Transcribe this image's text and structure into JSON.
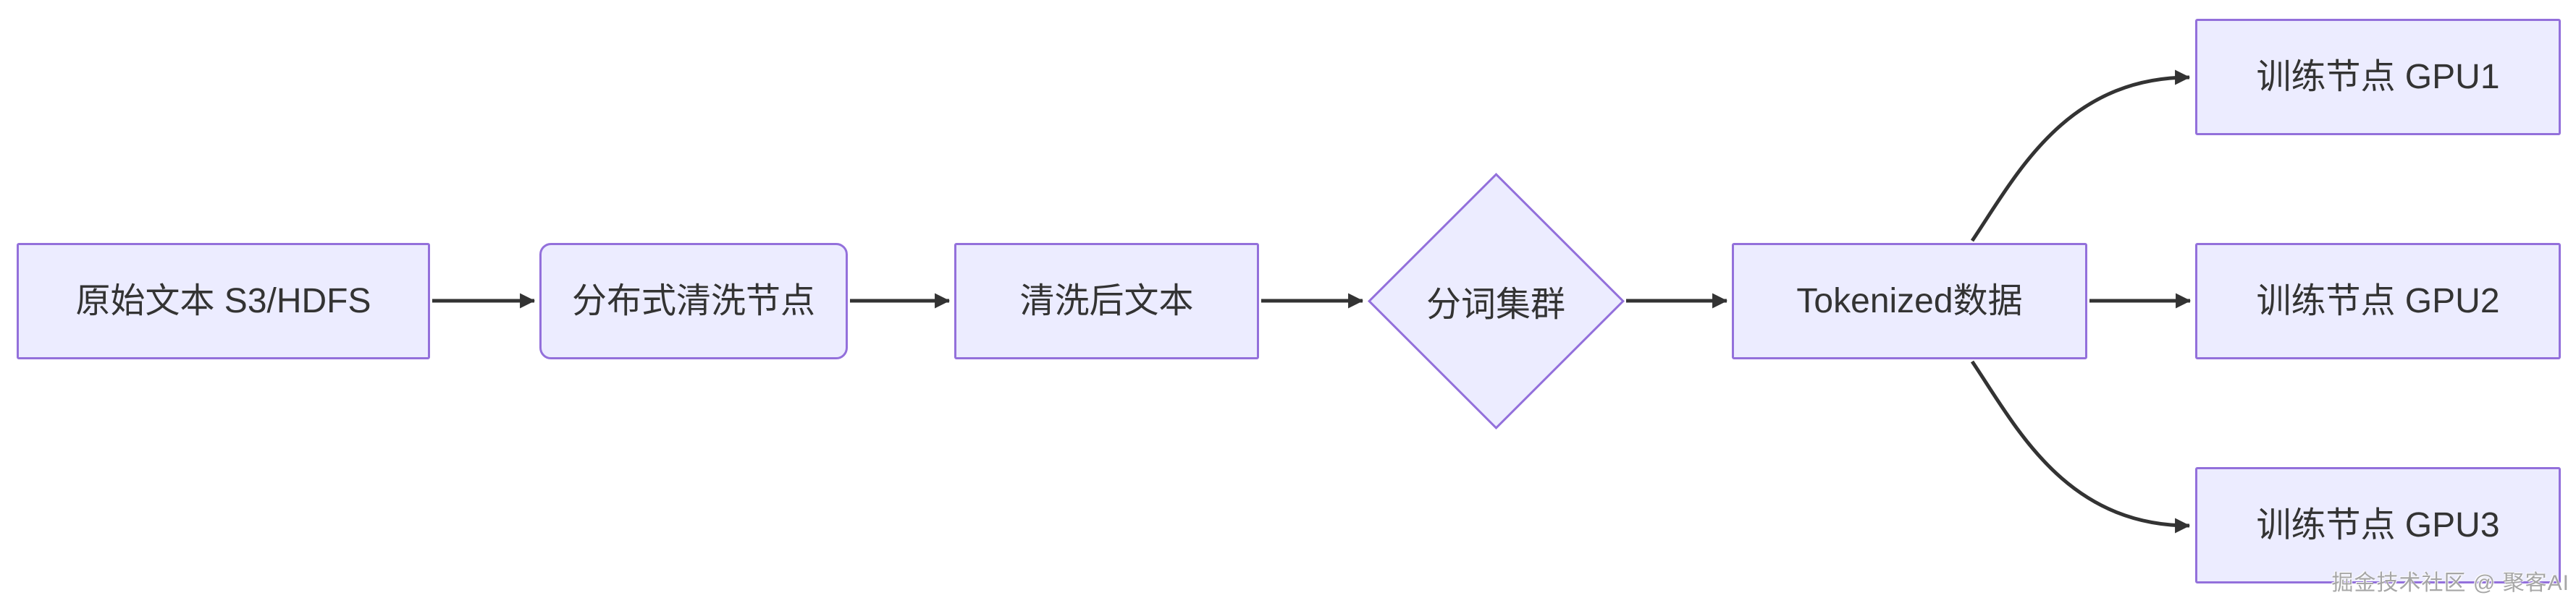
{
  "page": {
    "background": "#ffffff"
  },
  "colors": {
    "node_fill": "#ECECFF",
    "node_border": "#9370DB",
    "edge_stroke": "#333333",
    "node_text": "#333333",
    "watermark_text": "#a6a6a6"
  },
  "diagram": {
    "type": "flowchart",
    "direction": "left-to-right",
    "nodes": [
      {
        "id": "A",
        "label": "原始文本 S3/HDFS",
        "shape": "rect"
      },
      {
        "id": "B",
        "label": "分布式清洗节点",
        "shape": "rounded"
      },
      {
        "id": "C",
        "label": "清洗后文本",
        "shape": "rect"
      },
      {
        "id": "D",
        "label": "分词集群",
        "shape": "diamond"
      },
      {
        "id": "E",
        "label": "Tokenized数据",
        "shape": "rect"
      },
      {
        "id": "F",
        "label": "训练节点 GPU1",
        "shape": "rect"
      },
      {
        "id": "G",
        "label": "训练节点 GPU2",
        "shape": "rect"
      },
      {
        "id": "H",
        "label": "训练节点 GPU3",
        "shape": "rect"
      }
    ],
    "edges": [
      {
        "from": "A",
        "to": "B",
        "style": "straight-arrow"
      },
      {
        "from": "B",
        "to": "C",
        "style": "straight-arrow"
      },
      {
        "from": "C",
        "to": "D",
        "style": "straight-arrow"
      },
      {
        "from": "D",
        "to": "E",
        "style": "straight-arrow"
      },
      {
        "from": "E",
        "to": "F",
        "style": "curved-arrow"
      },
      {
        "from": "E",
        "to": "G",
        "style": "straight-arrow"
      },
      {
        "from": "E",
        "to": "H",
        "style": "curved-arrow"
      }
    ]
  },
  "watermark": {
    "text": "掘金技术社区 @ 聚客AI"
  }
}
